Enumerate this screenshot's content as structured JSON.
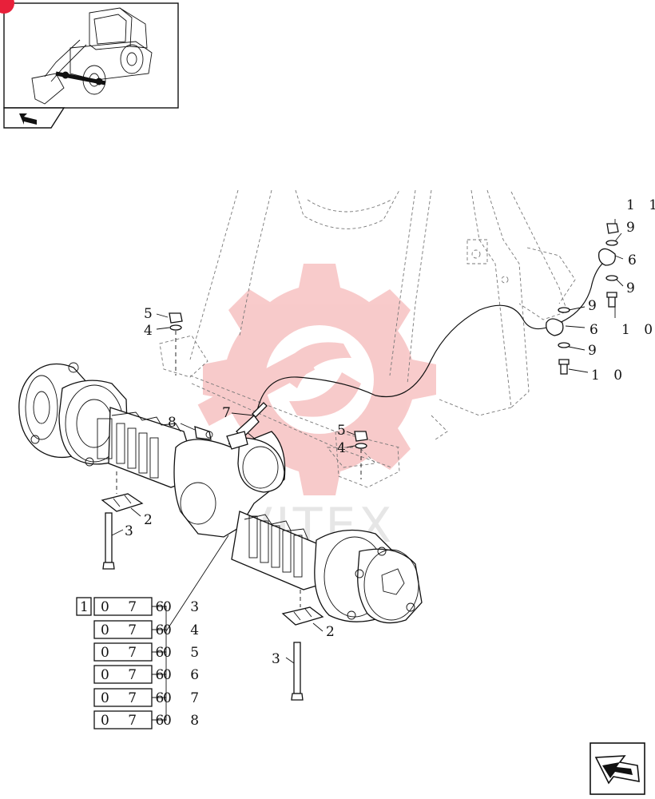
{
  "thumbnail": {
    "badge_color": "#e8203a"
  },
  "watermark": {
    "text": "VITEX",
    "color": "#f2a0a0"
  },
  "callouts": [
    {
      "id": "c11",
      "text": "1 1"
    },
    {
      "id": "c9a",
      "text": "9"
    },
    {
      "id": "c6a",
      "text": "6"
    },
    {
      "id": "c9b",
      "text": "9"
    },
    {
      "id": "c9c",
      "text": "9"
    },
    {
      "id": "c10a",
      "text": "1 0"
    },
    {
      "id": "c6b",
      "text": "6"
    },
    {
      "id": "c9d",
      "text": "9"
    },
    {
      "id": "c10b",
      "text": "1 0"
    },
    {
      "id": "c5a",
      "text": "5"
    },
    {
      "id": "c4a",
      "text": "4"
    },
    {
      "id": "c7",
      "text": "7"
    },
    {
      "id": "c8",
      "text": "8"
    },
    {
      "id": "c5b",
      "text": "5"
    },
    {
      "id": "c4b",
      "text": "4"
    },
    {
      "id": "c2a",
      "text": "2"
    },
    {
      "id": "c3a",
      "text": "3"
    },
    {
      "id": "c2b",
      "text": "2"
    },
    {
      "id": "c3b",
      "text": "3"
    }
  ],
  "reference_table": {
    "first_row_marker": "1",
    "rows": [
      {
        "code": "0 7 6",
        "suffix": "0 3"
      },
      {
        "code": "0 7 6",
        "suffix": "0 4"
      },
      {
        "code": "0 7 6",
        "suffix": "0 5"
      },
      {
        "code": "0 7 6",
        "suffix": "0 6"
      },
      {
        "code": "0 7 6",
        "suffix": "0 7"
      },
      {
        "code": "0 7 6",
        "suffix": "0 8"
      }
    ]
  }
}
